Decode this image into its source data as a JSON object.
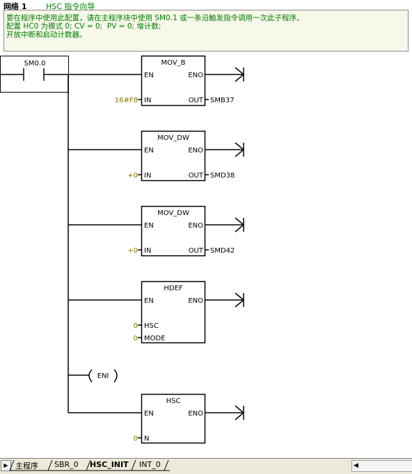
{
  "network": {
    "label": "网络 1",
    "title": "HSC 指令向导"
  },
  "comment": {
    "lines": [
      "要在程序中使用此配置，请在主程序块中使用 SM0.1 或一条沿触发指令调用一次此子程序。",
      "配置 HC0 为模式 0; CV = 0;  PV = 0; 增计数;",
      "开放中断和启动计数器。"
    ]
  },
  "contact": {
    "label": "SM0.0"
  },
  "boxes": [
    {
      "name": "MOV_B",
      "en": "EN",
      "eno": "ENO",
      "in_pin": "IN",
      "in_value": "16#F8",
      "out_pin": "OUT",
      "out_value": "SMB37"
    },
    {
      "name": "MOV_DW",
      "en": "EN",
      "eno": "ENO",
      "in_pin": "IN",
      "in_value": "+0",
      "out_pin": "OUT",
      "out_value": "SMD38"
    },
    {
      "name": "MOV_DW",
      "en": "EN",
      "eno": "ENO",
      "in_pin": "IN",
      "in_value": "+0",
      "out_pin": "OUT",
      "out_value": "SMD42"
    },
    {
      "name": "HDEF",
      "en": "EN",
      "eno": "ENO",
      "hsc_pin": "HSC",
      "hsc_value": "0",
      "mode_pin": "MODE",
      "mode_value": "0"
    },
    {
      "name": "HSC",
      "en": "EN",
      "eno": "ENO",
      "n_pin": "N",
      "n_value": "0"
    }
  ],
  "coil": {
    "label": "ENI"
  },
  "tabs": [
    {
      "label": "主程序",
      "active": false
    },
    {
      "label": "SBR_0",
      "active": false
    },
    {
      "label": "HSC_INIT",
      "active": true
    },
    {
      "label": "INT_0",
      "active": false
    }
  ],
  "colors": {
    "comment_text": "#008000",
    "value_text": "#8a7200",
    "comment_bg": "#f7f7ea"
  }
}
